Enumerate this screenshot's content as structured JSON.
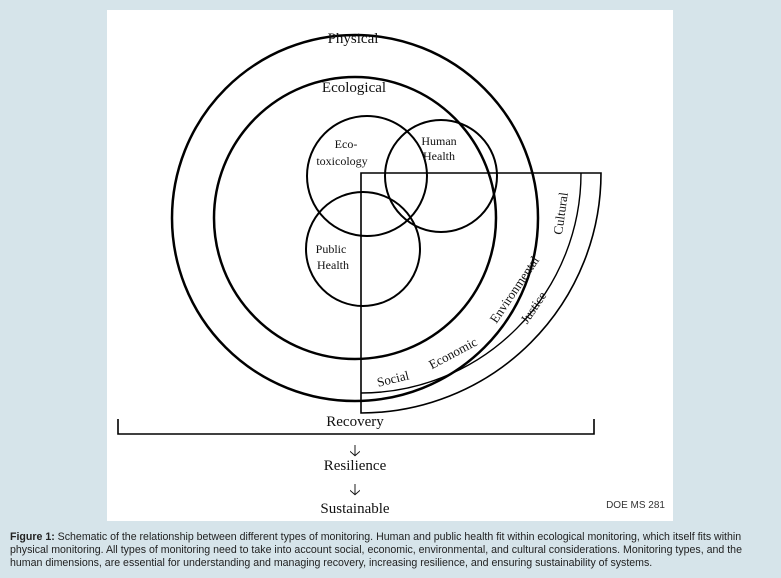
{
  "diagram": {
    "outer_circle_label": "Physical",
    "inner_circle_label": "Ecological",
    "ecotox_line1": "Eco-",
    "ecotox_line2": "toxicology",
    "human_health_line1": "Human",
    "human_health_line2": "Health",
    "public_health_line1": "Public",
    "public_health_line2": "Health",
    "sector_social": "Social",
    "sector_economic": "Economic",
    "sector_environmental": "Environmental",
    "sector_justice": "Justice",
    "sector_cultural": "Cultural",
    "recovery": "Recovery",
    "resilience": "Resilience",
    "sustainable": "Sustainable",
    "down_arrow_glyph": "🡣",
    "doc_id": "DOE MS 281"
  },
  "caption": {
    "label": "Figure 1:",
    "text": " Schematic of the relationship between different types of monitoring. Human and public health fit within ecological monitoring, which itself fits within physical monitoring. All types of monitoring need to take into account social, economic, environmental, and cultural considerations. Monitoring types, and the human dimensions, are essential for understanding and managing recovery, increasing resilience, and ensuring sustainability of systems."
  }
}
